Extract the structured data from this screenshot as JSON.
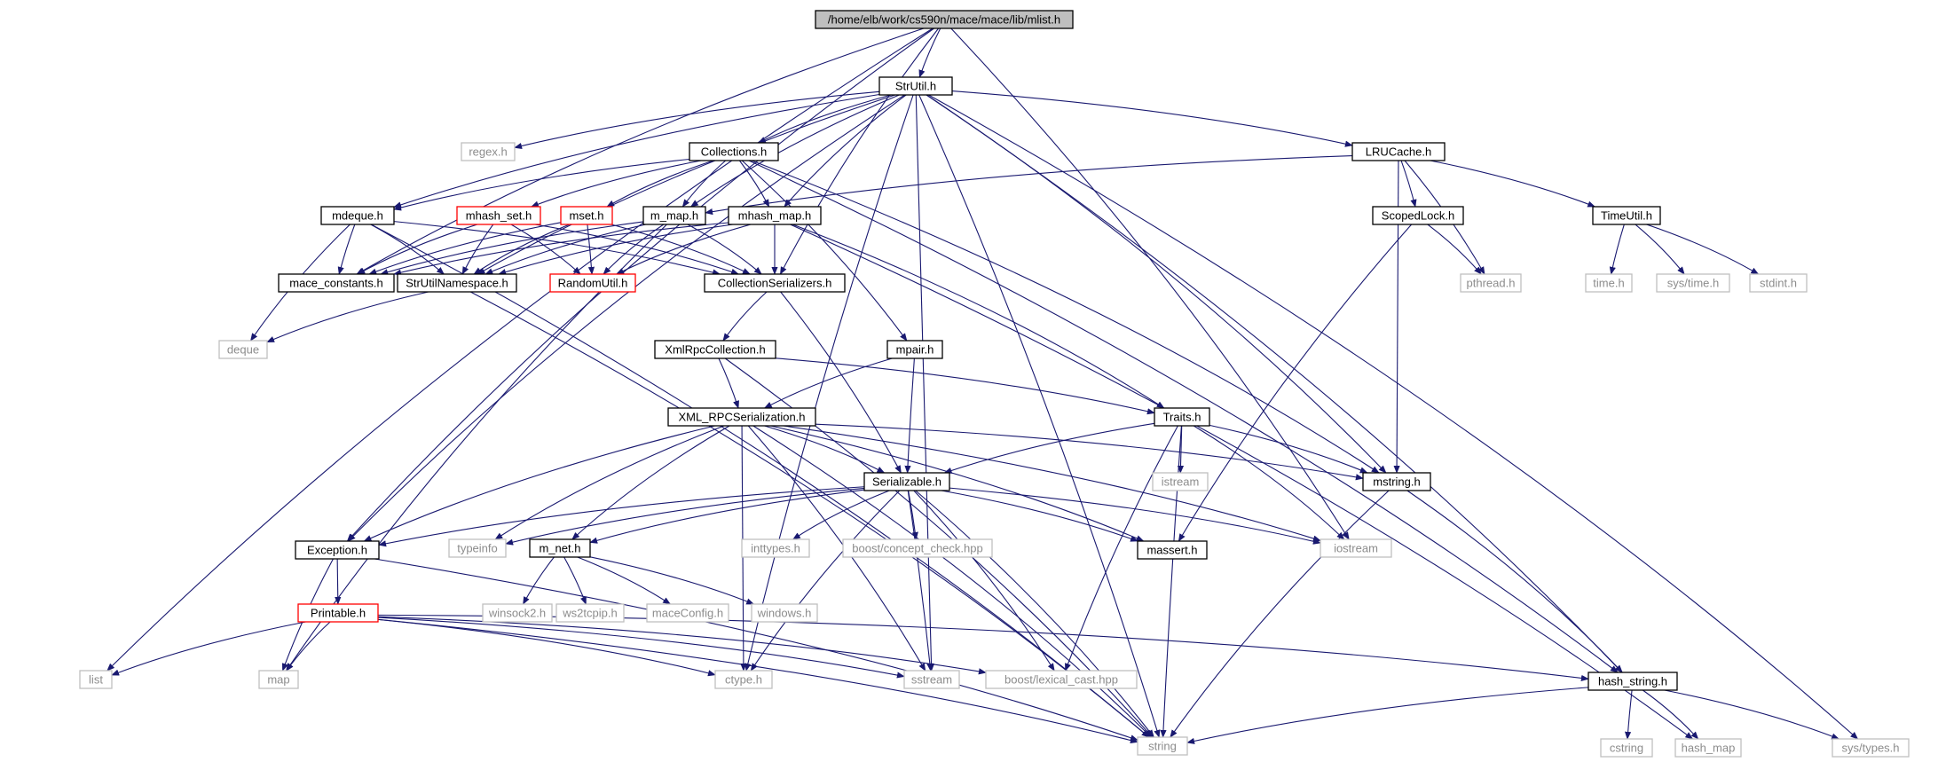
{
  "diagram": {
    "type": "include-dependency-graph",
    "colors": {
      "edge": "#191970",
      "root_fill": "#bfbfbf",
      "node_border": "#000000",
      "external_border": "#bfbfbf",
      "truncated_border": "#ff0000",
      "external_text": "#8c8c8c",
      "text": "#000000"
    },
    "root": "/home/elb/work/cs590n/mace/mace/lib/mlist.h",
    "nodes": {
      "mlist": "/home/elb/work/cs590n/mace/mace/lib/mlist.h",
      "strutil": "StrUtil.h",
      "list": "list",
      "regex": "regex.h",
      "collections": "Collections.h",
      "lrucache": "LRUCache.h",
      "mdeque": "mdeque.h",
      "mhash_set": "mhash_set.h",
      "mset": "mset.h",
      "m_map": "m_map.h",
      "mhash_map": "mhash_map.h",
      "scopedlock": "ScopedLock.h",
      "timeutil": "TimeUtil.h",
      "mace_constants": "mace_constants.h",
      "strutilnamespace": "StrUtilNamespace.h",
      "randomutil": "RandomUtil.h",
      "collectionserializers": "CollectionSerializers.h",
      "pthread": "pthread.h",
      "time": "time.h",
      "systime": "sys/time.h",
      "stdint": "stdint.h",
      "deque": "deque",
      "xmlrpccollection": "XmlRpcCollection.h",
      "mpair": "mpair.h",
      "xml_rpc": "XML_RPCSerialization.h",
      "traits": "Traits.h",
      "istream": "istream",
      "serializable": "Serializable.h",
      "mstring": "mstring.h",
      "exception": "Exception.h",
      "typeinfo": "typeinfo",
      "m_net": "m_net.h",
      "inttypes": "inttypes.h",
      "boost_concept": "boost/concept_check.hpp",
      "massert": "massert.h",
      "iostream": "iostream",
      "winsock2": "winsock2.h",
      "ws2tcpip": "ws2tcpip.h",
      "maceconfig": "maceConfig.h",
      "windows": "windows.h",
      "printable": "Printable.h",
      "list2": "list",
      "map": "map",
      "ctype": "ctype.h",
      "sstream": "sstream",
      "boost_lexical": "boost/lexical_cast.hpp",
      "hash_string": "hash_string.h",
      "string": "string",
      "cstring": "cstring",
      "hash_map": "hash_map",
      "systypes": "sys/types.h"
    },
    "node_kinds": {
      "root": [
        "mlist"
      ],
      "truncated": [
        "mhash_set",
        "mset",
        "randomutil",
        "printable"
      ],
      "external": [
        "list",
        "regex",
        "pthread",
        "time",
        "systime",
        "stdint",
        "deque",
        "istream",
        "typeinfo",
        "inttypes",
        "boost_concept",
        "iostream",
        "winsock2",
        "ws2tcpip",
        "maceconfig",
        "windows",
        "map",
        "ctype",
        "sstream",
        "boost_lexical",
        "string",
        "cstring",
        "hash_map",
        "systypes"
      ]
    },
    "edges": [
      [
        "mlist",
        "strutil"
      ],
      [
        "mlist",
        "list"
      ],
      [
        "mlist",
        "mace_constants"
      ],
      [
        "mlist",
        "exception"
      ],
      [
        "mlist",
        "collectionserializers"
      ],
      [
        "mlist",
        "iostream"
      ],
      [
        "strutil",
        "regex"
      ],
      [
        "strutil",
        "collections"
      ],
      [
        "strutil",
        "lrucache"
      ],
      [
        "strutil",
        "mdeque"
      ],
      [
        "strutil",
        "m_map"
      ],
      [
        "strutil",
        "mhash_map"
      ],
      [
        "strutil",
        "strutilnamespace"
      ],
      [
        "strutil",
        "exception"
      ],
      [
        "strutil",
        "sstream"
      ],
      [
        "strutil",
        "string"
      ],
      [
        "strutil",
        "mstring"
      ],
      [
        "strutil",
        "ctype"
      ],
      [
        "strutil",
        "hash_string"
      ],
      [
        "strutil",
        "systypes"
      ],
      [
        "collections",
        "mdeque"
      ],
      [
        "collections",
        "mhash_set"
      ],
      [
        "collections",
        "mset"
      ],
      [
        "collections",
        "m_map"
      ],
      [
        "collections",
        "mhash_map"
      ],
      [
        "collections",
        "mpair"
      ],
      [
        "collections",
        "mstring"
      ],
      [
        "collections",
        "hash_string"
      ],
      [
        "lrucache",
        "scopedlock"
      ],
      [
        "lrucache",
        "timeutil"
      ],
      [
        "lrucache",
        "pthread"
      ],
      [
        "lrucache",
        "m_map"
      ],
      [
        "lrucache",
        "mstring"
      ],
      [
        "mdeque",
        "mace_constants"
      ],
      [
        "mdeque",
        "strutilnamespace"
      ],
      [
        "mdeque",
        "collectionserializers"
      ],
      [
        "mdeque",
        "deque"
      ],
      [
        "mdeque",
        "string"
      ],
      [
        "mhash_set",
        "mace_constants"
      ],
      [
        "mhash_set",
        "strutilnamespace"
      ],
      [
        "mhash_set",
        "randomutil"
      ],
      [
        "mhash_set",
        "collectionserializers"
      ],
      [
        "mset",
        "mace_constants"
      ],
      [
        "mset",
        "strutilnamespace"
      ],
      [
        "mset",
        "randomutil"
      ],
      [
        "mset",
        "collectionserializers"
      ],
      [
        "m_map",
        "mace_constants"
      ],
      [
        "m_map",
        "strutilnamespace"
      ],
      [
        "m_map",
        "randomutil"
      ],
      [
        "m_map",
        "collectionserializers"
      ],
      [
        "m_map",
        "map"
      ],
      [
        "mhash_map",
        "mace_constants"
      ],
      [
        "mhash_map",
        "strutilnamespace"
      ],
      [
        "mhash_map",
        "randomutil"
      ],
      [
        "mhash_map",
        "collectionserializers"
      ],
      [
        "mhash_map",
        "traits"
      ],
      [
        "mhash_map",
        "hash_map"
      ],
      [
        "scopedlock",
        "pthread"
      ],
      [
        "scopedlock",
        "massert"
      ],
      [
        "timeutil",
        "time"
      ],
      [
        "timeutil",
        "systime"
      ],
      [
        "timeutil",
        "stdint"
      ],
      [
        "strutilnamespace",
        "deque"
      ],
      [
        "strutilnamespace",
        "string"
      ],
      [
        "collectionserializers",
        "xmlrpccollection"
      ],
      [
        "collectionserializers",
        "serializable"
      ],
      [
        "xmlrpccollection",
        "xml_rpc"
      ],
      [
        "xmlrpccollection",
        "traits"
      ],
      [
        "xmlrpccollection",
        "string"
      ],
      [
        "mpair",
        "xml_rpc"
      ],
      [
        "mpair",
        "serializable"
      ],
      [
        "xml_rpc",
        "serializable"
      ],
      [
        "xml_rpc",
        "exception"
      ],
      [
        "xml_rpc",
        "typeinfo"
      ],
      [
        "xml_rpc",
        "m_net"
      ],
      [
        "xml_rpc",
        "massert"
      ],
      [
        "xml_rpc",
        "mstring"
      ],
      [
        "xml_rpc",
        "iostream"
      ],
      [
        "xml_rpc",
        "sstream"
      ],
      [
        "xml_rpc",
        "ctype"
      ],
      [
        "xml_rpc",
        "string"
      ],
      [
        "traits",
        "istream"
      ],
      [
        "traits",
        "mstring"
      ],
      [
        "traits",
        "iostream"
      ],
      [
        "traits",
        "serializable"
      ],
      [
        "traits",
        "boost_lexical"
      ],
      [
        "traits",
        "string"
      ],
      [
        "serializable",
        "exception"
      ],
      [
        "serializable",
        "typeinfo"
      ],
      [
        "serializable",
        "m_net"
      ],
      [
        "serializable",
        "inttypes"
      ],
      [
        "serializable",
        "boost_concept"
      ],
      [
        "serializable",
        "massert"
      ],
      [
        "serializable",
        "iostream"
      ],
      [
        "serializable",
        "sstream"
      ],
      [
        "serializable",
        "boost_lexical"
      ],
      [
        "serializable",
        "string"
      ],
      [
        "serializable",
        "ctype"
      ],
      [
        "mstring",
        "string"
      ],
      [
        "mstring",
        "hash_string"
      ],
      [
        "exception",
        "printable"
      ],
      [
        "exception",
        "map"
      ],
      [
        "exception",
        "string"
      ],
      [
        "m_net",
        "winsock2"
      ],
      [
        "m_net",
        "ws2tcpip"
      ],
      [
        "m_net",
        "maceconfig"
      ],
      [
        "m_net",
        "windows"
      ],
      [
        "printable",
        "list2"
      ],
      [
        "printable",
        "map"
      ],
      [
        "printable",
        "ctype"
      ],
      [
        "printable",
        "sstream"
      ],
      [
        "printable",
        "boost_lexical"
      ],
      [
        "printable",
        "hash_string"
      ],
      [
        "printable",
        "string"
      ],
      [
        "hash_string",
        "cstring"
      ],
      [
        "hash_string",
        "hash_map"
      ],
      [
        "hash_string",
        "systypes"
      ],
      [
        "hash_string",
        "string"
      ]
    ]
  }
}
